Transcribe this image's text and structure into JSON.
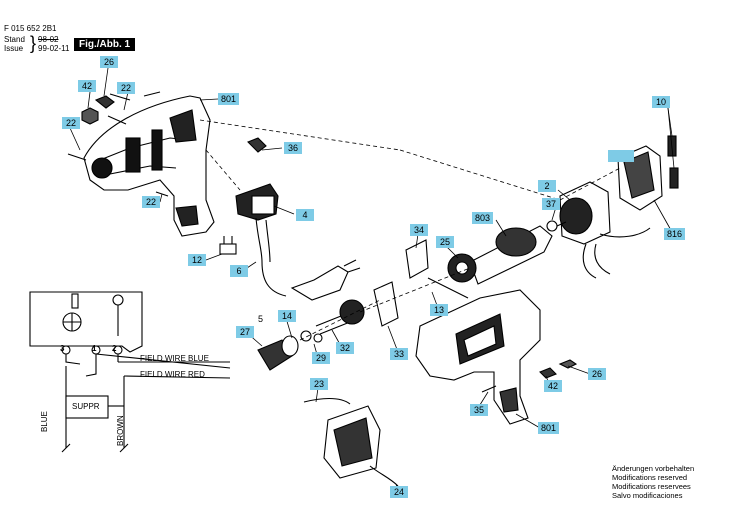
{
  "header": {
    "doc_number": "F 015 652 2B1",
    "stand_label": "Stand",
    "issue_label": "Issue",
    "crossed_date": "98-02",
    "issue_date": "99-02-11",
    "figure_label": "Fig./Abb. 1"
  },
  "callouts": [
    "26",
    "42",
    "22",
    "801",
    "22",
    "36",
    "22",
    "4",
    "12",
    "6",
    "10",
    "2",
    "37",
    "803",
    "816",
    "34",
    "25",
    "13",
    "27",
    "14",
    "29",
    "32",
    "33",
    "26",
    "42",
    "35",
    "801",
    "23",
    "24",
    "5"
  ],
  "wiring": {
    "terminal_3": "3",
    "terminal_1": "1",
    "terminal_2": "2",
    "field_wire_blue": "FIELD WIRE BLUE",
    "field_wire_red": "FIELD WIRE RED",
    "suppressor": "SUPPR",
    "wire_blue": "BLUE",
    "wire_brown": "BROWN"
  },
  "footer_notes": [
    "Änderungen vorbehalten",
    "Modifications reserved",
    "Modifications reservees",
    "Salvo modificaciones"
  ],
  "colors": {
    "callout_fill": "#7ecbe6",
    "ink": "#000000"
  }
}
